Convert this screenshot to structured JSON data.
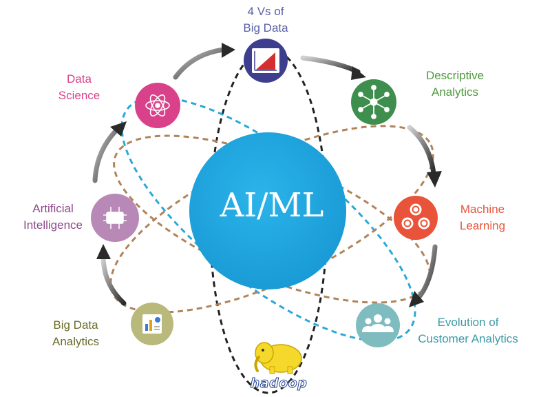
{
  "center": {
    "label": "AI/ML",
    "color": "#22a8e0"
  },
  "nodes": [
    {
      "id": "four-vs",
      "lines": [
        "4 Vs of",
        "Big Data"
      ],
      "color": "#3d3f8e",
      "text_color": "#5b5ea8",
      "icon": "chart-icon"
    },
    {
      "id": "descriptive-analytics",
      "lines": [
        "Descriptive",
        "Analytics"
      ],
      "color": "#3e8e4e",
      "text_color": "#4e9a3e",
      "icon": "network-icon"
    },
    {
      "id": "machine-learning",
      "lines": [
        "Machine",
        "Learning"
      ],
      "color": "#e8533a",
      "text_color": "#e8533a",
      "icon": "gears-icon"
    },
    {
      "id": "customer-analytics",
      "lines": [
        "Evolution of",
        "Customer Analytics"
      ],
      "color": "#7fbcc0",
      "text_color": "#3a9aa8",
      "icon": "users-icon"
    },
    {
      "id": "big-data-analytics",
      "lines": [
        "Big Data",
        "Analytics"
      ],
      "color": "#b8b97a",
      "text_color": "#6b6b2a",
      "icon": "report-icon"
    },
    {
      "id": "artificial-intelligence",
      "lines": [
        "Artificial",
        "Intelligence"
      ],
      "color": "#b889b6",
      "text_color": "#8e4a8c",
      "icon": "chip-icon"
    },
    {
      "id": "data-science",
      "lines": [
        "Data",
        "Science"
      ],
      "color": "#d9428a",
      "text_color": "#d9428a",
      "icon": "atom-icon"
    }
  ],
  "logo": {
    "word": "hadoop",
    "icon": "elephant-icon",
    "color": "#f5d92a"
  },
  "orbit_colors": {
    "black": "#222222",
    "blue": "#2aa8d8",
    "brown": "#b0835a"
  },
  "arrow_color": "#333333"
}
